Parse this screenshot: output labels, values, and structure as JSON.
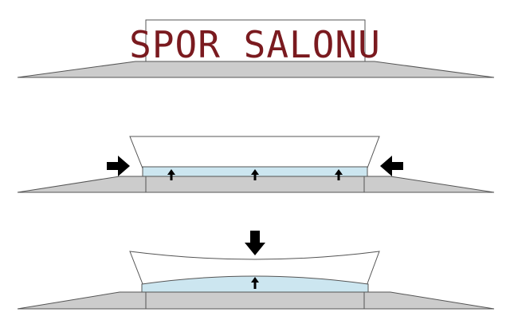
{
  "sign": {
    "label": "SPOR SALONU",
    "text_color": "#7a1a1f",
    "board_stroke": "#555555"
  },
  "colors": {
    "ground_fill": "#cccccc",
    "ground_stroke": "#555555",
    "water_fill": "#cce6f0",
    "water_stroke": "#555555",
    "building_fill": "#ffffff",
    "building_stroke": "#555555",
    "arrow_fill": "#000000"
  },
  "panels": [
    {
      "name": "panel-sign",
      "icons": []
    },
    {
      "name": "panel-lateral-pressure",
      "icons": [
        "arrow-right-icon",
        "arrow-left-icon",
        "arrow-up-icon",
        "arrow-up-icon",
        "arrow-up-icon"
      ]
    },
    {
      "name": "panel-vertical-load",
      "icons": [
        "arrow-down-icon",
        "arrow-up-icon"
      ]
    }
  ]
}
